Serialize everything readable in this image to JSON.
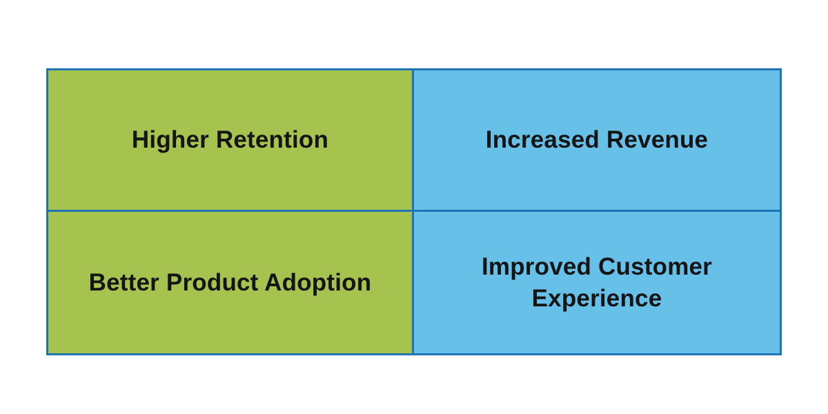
{
  "colors": {
    "page_background": "#ffffff",
    "quadrant_green": "#a6c34f",
    "quadrant_blue": "#67c0e8",
    "border_blue": "#1e74b5",
    "label_text": "#151515"
  },
  "matrix": {
    "rows": 2,
    "columns": 2,
    "cells": [
      {
        "label": "Higher Retention",
        "color": "green",
        "position": "top-left"
      },
      {
        "label": "Increased Revenue",
        "color": "blue",
        "position": "top-right"
      },
      {
        "label": "Better Product Adoption",
        "color": "green",
        "position": "bottom-left"
      },
      {
        "label": "Improved Customer Experience",
        "color": "blue",
        "position": "bottom-right"
      }
    ]
  }
}
